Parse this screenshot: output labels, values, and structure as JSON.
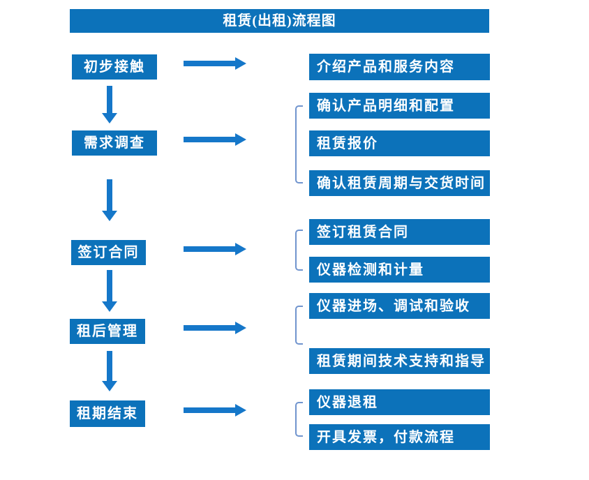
{
  "title": "租赁(出租)流程图",
  "colors": {
    "box_blue": "#0c72ba",
    "arrow_blue": "#1577c9",
    "bracket_blue": "#7094ce",
    "text": "#ffffff",
    "background": "#ffffff"
  },
  "left_steps": [
    "初步接触",
    "需求调查",
    "签订合同",
    "租后管理",
    "租期结束"
  ],
  "right_groups": [
    {
      "items": [
        "介绍产品和服务内容"
      ]
    },
    {
      "items": [
        "确认产品明细和配置",
        "租赁报价",
        "确认租赁周期与交货时间"
      ]
    },
    {
      "items": [
        "签订租赁合同",
        "仪器检测和计量"
      ]
    },
    {
      "items": [
        "仪器进场、调试和验收",
        "租赁期间技术支持和指导"
      ]
    },
    {
      "items": [
        "仪器退租",
        "开具发票，付款流程"
      ]
    }
  ]
}
